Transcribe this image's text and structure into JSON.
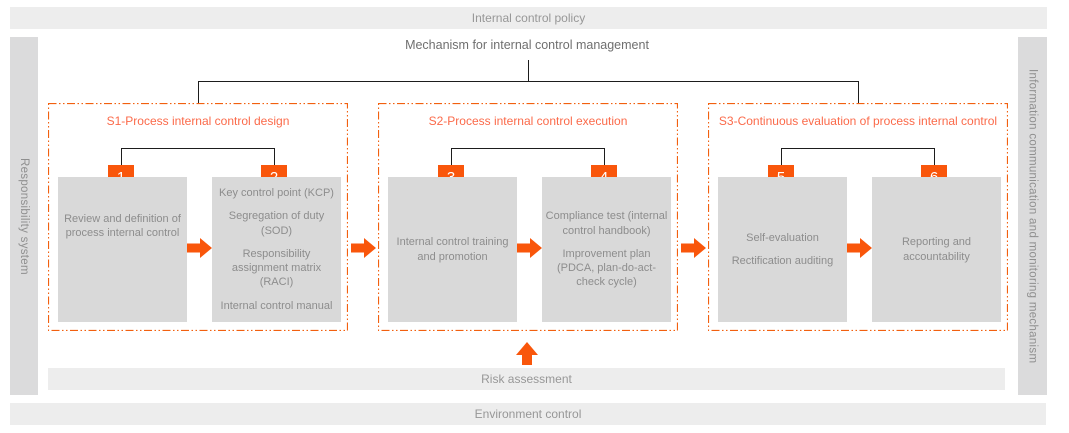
{
  "colors": {
    "accent_orange": "#f9560b",
    "dash_border": "#f2600f",
    "section_title": "#fb6a4a",
    "step_box_fill": "#d9d9d9",
    "bar_fill": "#ededed",
    "rail_fill": "#dbdbdc",
    "gray_text": "#8d8d8d",
    "connector_line": "#1d1d1d"
  },
  "top_bar": {
    "label": "Internal control policy"
  },
  "mechanism": {
    "label": "Mechanism for internal control management"
  },
  "left_rail": {
    "label": "Responsibility system"
  },
  "right_rail": {
    "label": "Information communication and monitoring mechanism"
  },
  "sections": [
    {
      "title": "S1-Process internal control design",
      "steps": [
        {
          "number": "1",
          "items": [
            "Review and definition of process internal control"
          ]
        },
        {
          "number": "2",
          "items": [
            "Key control point (KCP)",
            "Segregation of duty (SOD)",
            "Responsibility assignment matrix (RACI)",
            "Internal control manual"
          ]
        }
      ]
    },
    {
      "title": "S2-Process internal control execution",
      "steps": [
        {
          "number": "3",
          "items": [
            "Internal control training and promotion"
          ]
        },
        {
          "number": "4",
          "items": [
            "Compliance test (internal control handbook)",
            "Improvement plan (PDCA, plan-do-act-check cycle)"
          ]
        }
      ]
    },
    {
      "title": "S3-Continuous evaluation of process internal control",
      "steps": [
        {
          "number": "5",
          "items": [
            "Self-evaluation",
            "Rectification auditing"
          ]
        },
        {
          "number": "6",
          "items": [
            "Reporting and accountability"
          ]
        }
      ]
    }
  ],
  "risk_bar": {
    "label": "Risk assessment"
  },
  "env_bar": {
    "label": "Environment control"
  }
}
